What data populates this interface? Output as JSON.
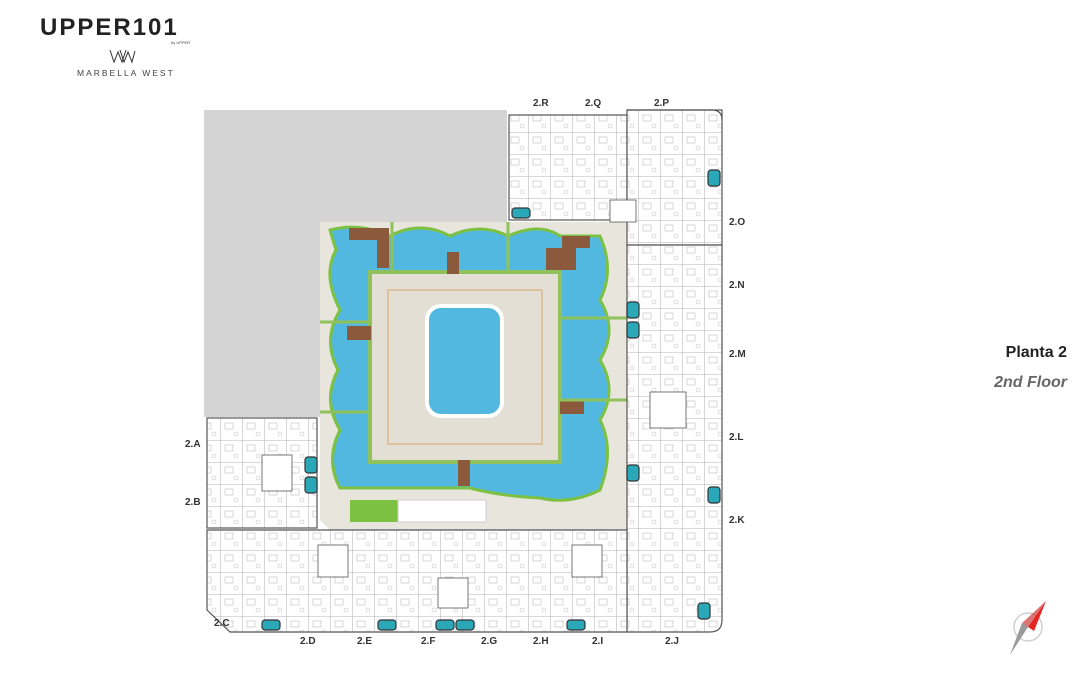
{
  "brand": {
    "name": "UPPER101",
    "by": "by UPPER",
    "mark": "MW",
    "subtitle": "MARBELLA WEST"
  },
  "floor": {
    "title": "Planta 2",
    "subtitle": "2nd Floor"
  },
  "units": [
    "2.R",
    "2.Q",
    "2.P",
    "2.O",
    "2.N",
    "2.M",
    "2.L",
    "2.K",
    "2.A",
    "2.B",
    "2.C",
    "2.D",
    "2.E",
    "2.F",
    "2.G",
    "2.H",
    "2.I",
    "2.J"
  ],
  "colors": {
    "pool": "#53b8df",
    "lawn": "#7cc142",
    "deck": "#8b5a3c",
    "walls": "#555555",
    "neighbor": "#d4d4d4",
    "courtyard": "#e8e5dd",
    "jacuzzi": "#2aa8b8",
    "compass_red": "#e52420"
  }
}
